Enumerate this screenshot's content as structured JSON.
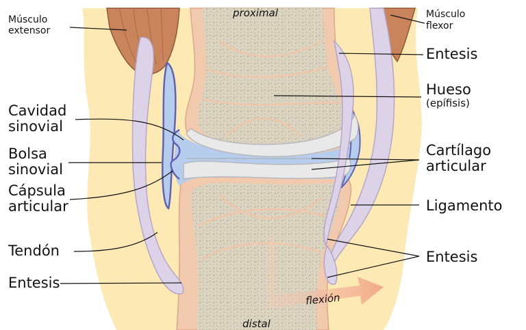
{
  "labels": {
    "proximal": "proximal",
    "distal": "distal",
    "musculo_extensor": [
      "Músculo",
      "extensor"
    ],
    "musculo_flexor": [
      "Músculo",
      "flexor"
    ],
    "entesis_top": "Entesis",
    "hueso": "Hueso",
    "epifisis": "(epífisis)",
    "cavidad_sinovial": [
      "Cavidad",
      "sinovial"
    ],
    "bolsa_sinovial": [
      "Bolsa",
      "sinovial"
    ],
    "capsula_articular": [
      "Cápsula",
      "articular"
    ],
    "cartilago_articular": [
      "Cartílago",
      "articular"
    ],
    "ligamento": "Ligamento",
    "tendon": "Tendón",
    "entesis_left": "Entesis",
    "entesis_right": "Entesis",
    "flexion": "flexión"
  },
  "colors": {
    "background_fat": "#fdeab4",
    "bone_shell": "#f0c8ac",
    "bone_marrow": "#d9d2bd",
    "cartilage": "#e9e9ea",
    "synovial_fluid": "#b6cdee",
    "capsule_outline": "#5f63b5",
    "tendon": "#ddd3e8",
    "muscle": "#c8845a",
    "arrow": "#f0b39a"
  }
}
